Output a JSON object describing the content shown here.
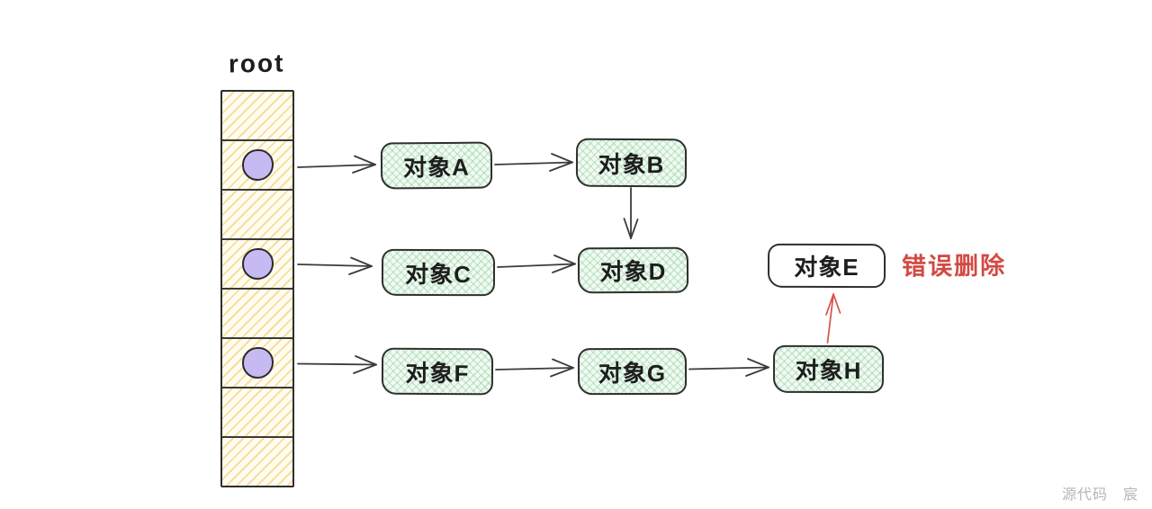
{
  "diagram": {
    "root_label": "root",
    "stack": {
      "cell_count": 8,
      "pointer_cell_indexes": [
        1,
        3,
        5
      ],
      "fill_color": "#fdf6da",
      "hatch_color": "#f4cd6e",
      "pointer_dot_color": "#c7b9f1"
    },
    "nodes": [
      {
        "id": "A",
        "label": "对象A",
        "fill": "green"
      },
      {
        "id": "B",
        "label": "对象B",
        "fill": "green"
      },
      {
        "id": "C",
        "label": "对象C",
        "fill": "green"
      },
      {
        "id": "D",
        "label": "对象D",
        "fill": "green"
      },
      {
        "id": "E",
        "label": "对象E",
        "fill": "white"
      },
      {
        "id": "F",
        "label": "对象F",
        "fill": "green"
      },
      {
        "id": "G",
        "label": "对象G",
        "fill": "green"
      },
      {
        "id": "H",
        "label": "对象H",
        "fill": "green"
      }
    ],
    "edges": [
      {
        "from": "root-slot-1",
        "to": "A",
        "color": "dark"
      },
      {
        "from": "A",
        "to": "B",
        "color": "dark"
      },
      {
        "from": "B",
        "to": "D",
        "color": "dark"
      },
      {
        "from": "root-slot-3",
        "to": "C",
        "color": "dark"
      },
      {
        "from": "C",
        "to": "D",
        "color": "dark"
      },
      {
        "from": "root-slot-5",
        "to": "F",
        "color": "dark"
      },
      {
        "from": "F",
        "to": "G",
        "color": "dark"
      },
      {
        "from": "G",
        "to": "H",
        "color": "dark"
      },
      {
        "from": "H",
        "to": "E",
        "color": "red"
      }
    ],
    "annotation": {
      "text": "错误删除",
      "color": "#d24a43"
    },
    "colors": {
      "node_green_base": "#f2faf3",
      "node_green_hatch": "#b9e3c1",
      "stroke": "#2f2f2f",
      "red": "#d24a43"
    }
  },
  "watermark": {
    "text": "源代码　宸"
  }
}
